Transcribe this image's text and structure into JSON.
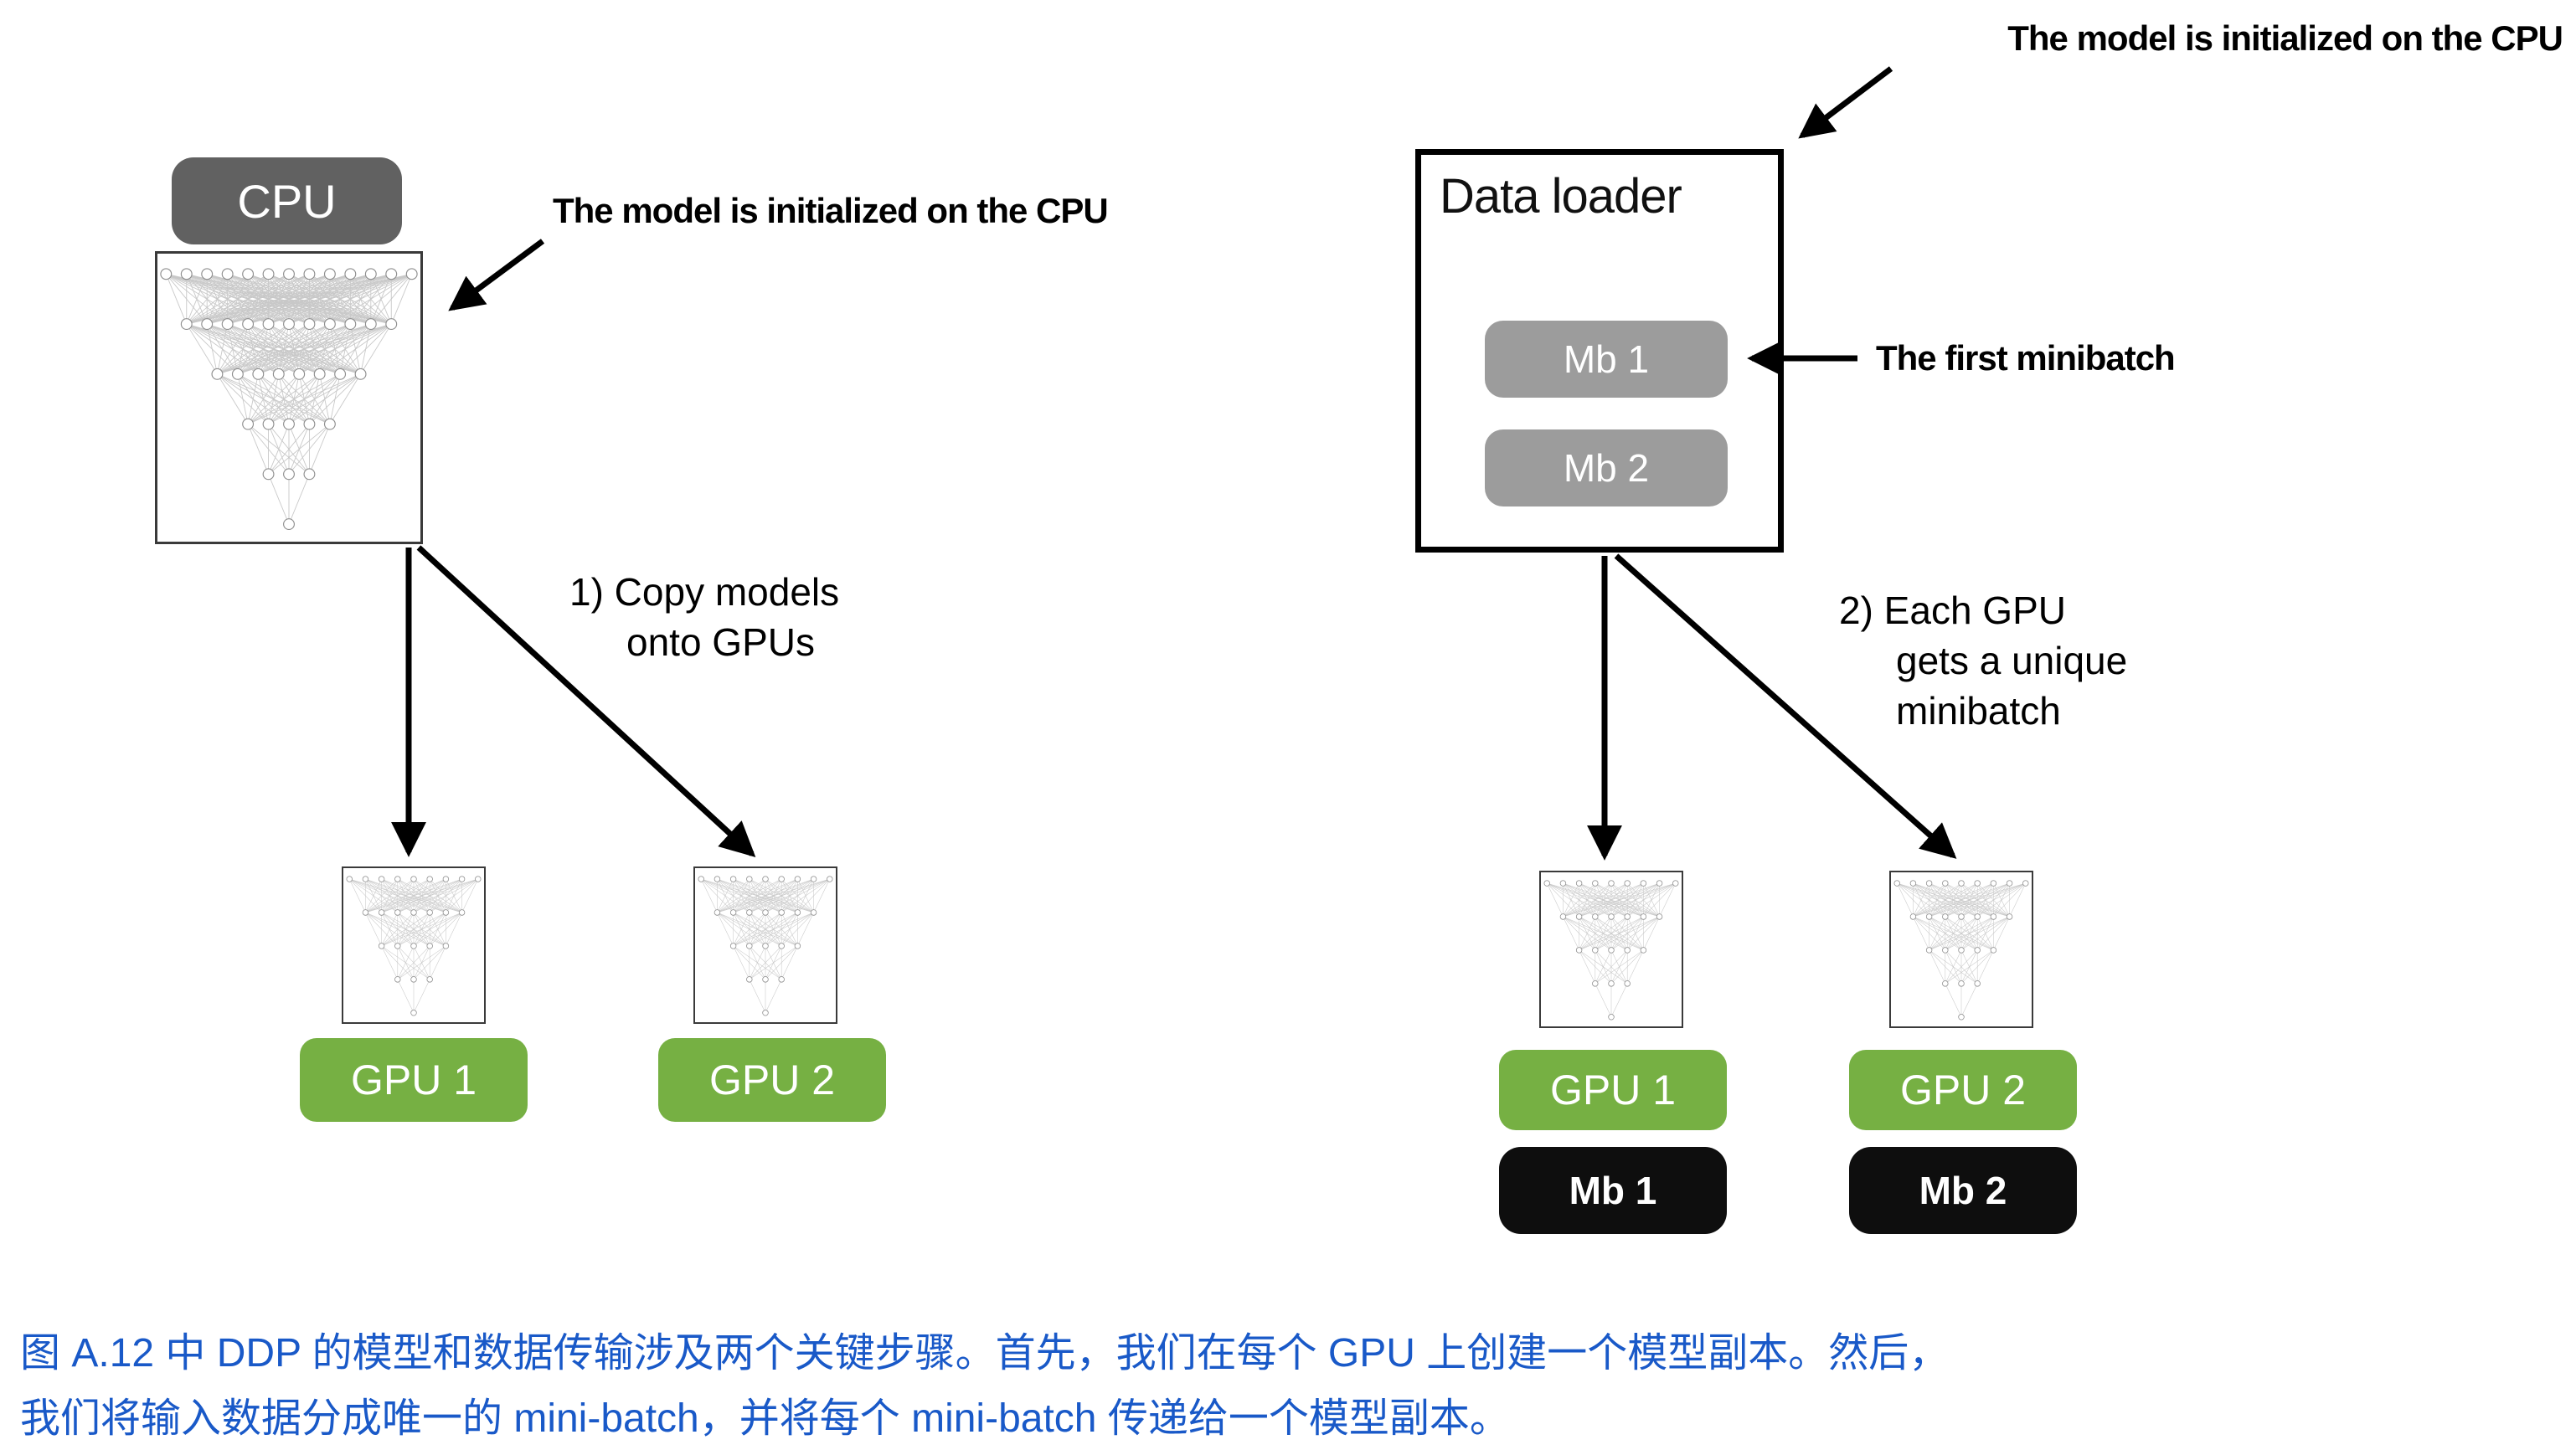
{
  "left": {
    "cpu_label": "CPU",
    "annotation": "The model is initialized on the CPU",
    "step_line1": "1) Copy models",
    "step_line2": "onto GPUs",
    "gpu1": "GPU 1",
    "gpu2": "GPU 2"
  },
  "right": {
    "annotation": "The model is initialized on the CPU",
    "loader_title": "Data loader",
    "mb1": "Mb 1",
    "mb2": "Mb 2",
    "mb_annotation": "The first minibatch",
    "step_line1": "2) Each GPU",
    "step_line2": "gets a unique",
    "step_line3": "minibatch",
    "gpu1": "GPU 1",
    "gpu2": "GPU 2",
    "gpu1_mb": "Mb 1",
    "gpu2_mb": "Mb 2"
  },
  "caption": {
    "line1": "图 A.12 中 DDP 的模型和数据传输涉及两个关键步骤。首先，我们在每个 GPU 上创建一个模型副本。然后，",
    "line2": "我们将输入数据分成唯一的 mini-batch，并将每个 mini-batch 传递给一个模型副本。"
  },
  "colors": {
    "cpu_badge": "#616161",
    "gpu_badge": "#76b043",
    "mb_gray": "#9c9c9c",
    "mb_black": "#0e0e0e",
    "caption": "#1959c8",
    "arrow": "#000000"
  },
  "network": {
    "big_layers": [
      13,
      11,
      8,
      5,
      3,
      1
    ],
    "small_layers": [
      9,
      7,
      5,
      3,
      1
    ]
  }
}
